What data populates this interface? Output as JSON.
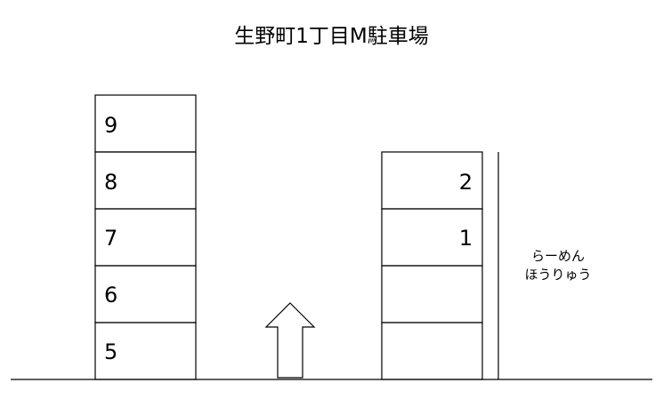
{
  "title": "生野町1丁目M駐車場",
  "left_slots": [
    {
      "label": "9"
    },
    {
      "label": "8"
    },
    {
      "label": "7"
    },
    {
      "label": "6"
    },
    {
      "label": "5"
    }
  ],
  "right_slots": [
    {
      "label": "2"
    },
    {
      "label": "1"
    },
    {
      "label": ""
    },
    {
      "label": ""
    }
  ],
  "store": {
    "line1": "らーめん",
    "line2": "ほうりゅう"
  },
  "arrow_direction": "up",
  "colors": {
    "line": "#000000",
    "background": "#ffffff"
  }
}
